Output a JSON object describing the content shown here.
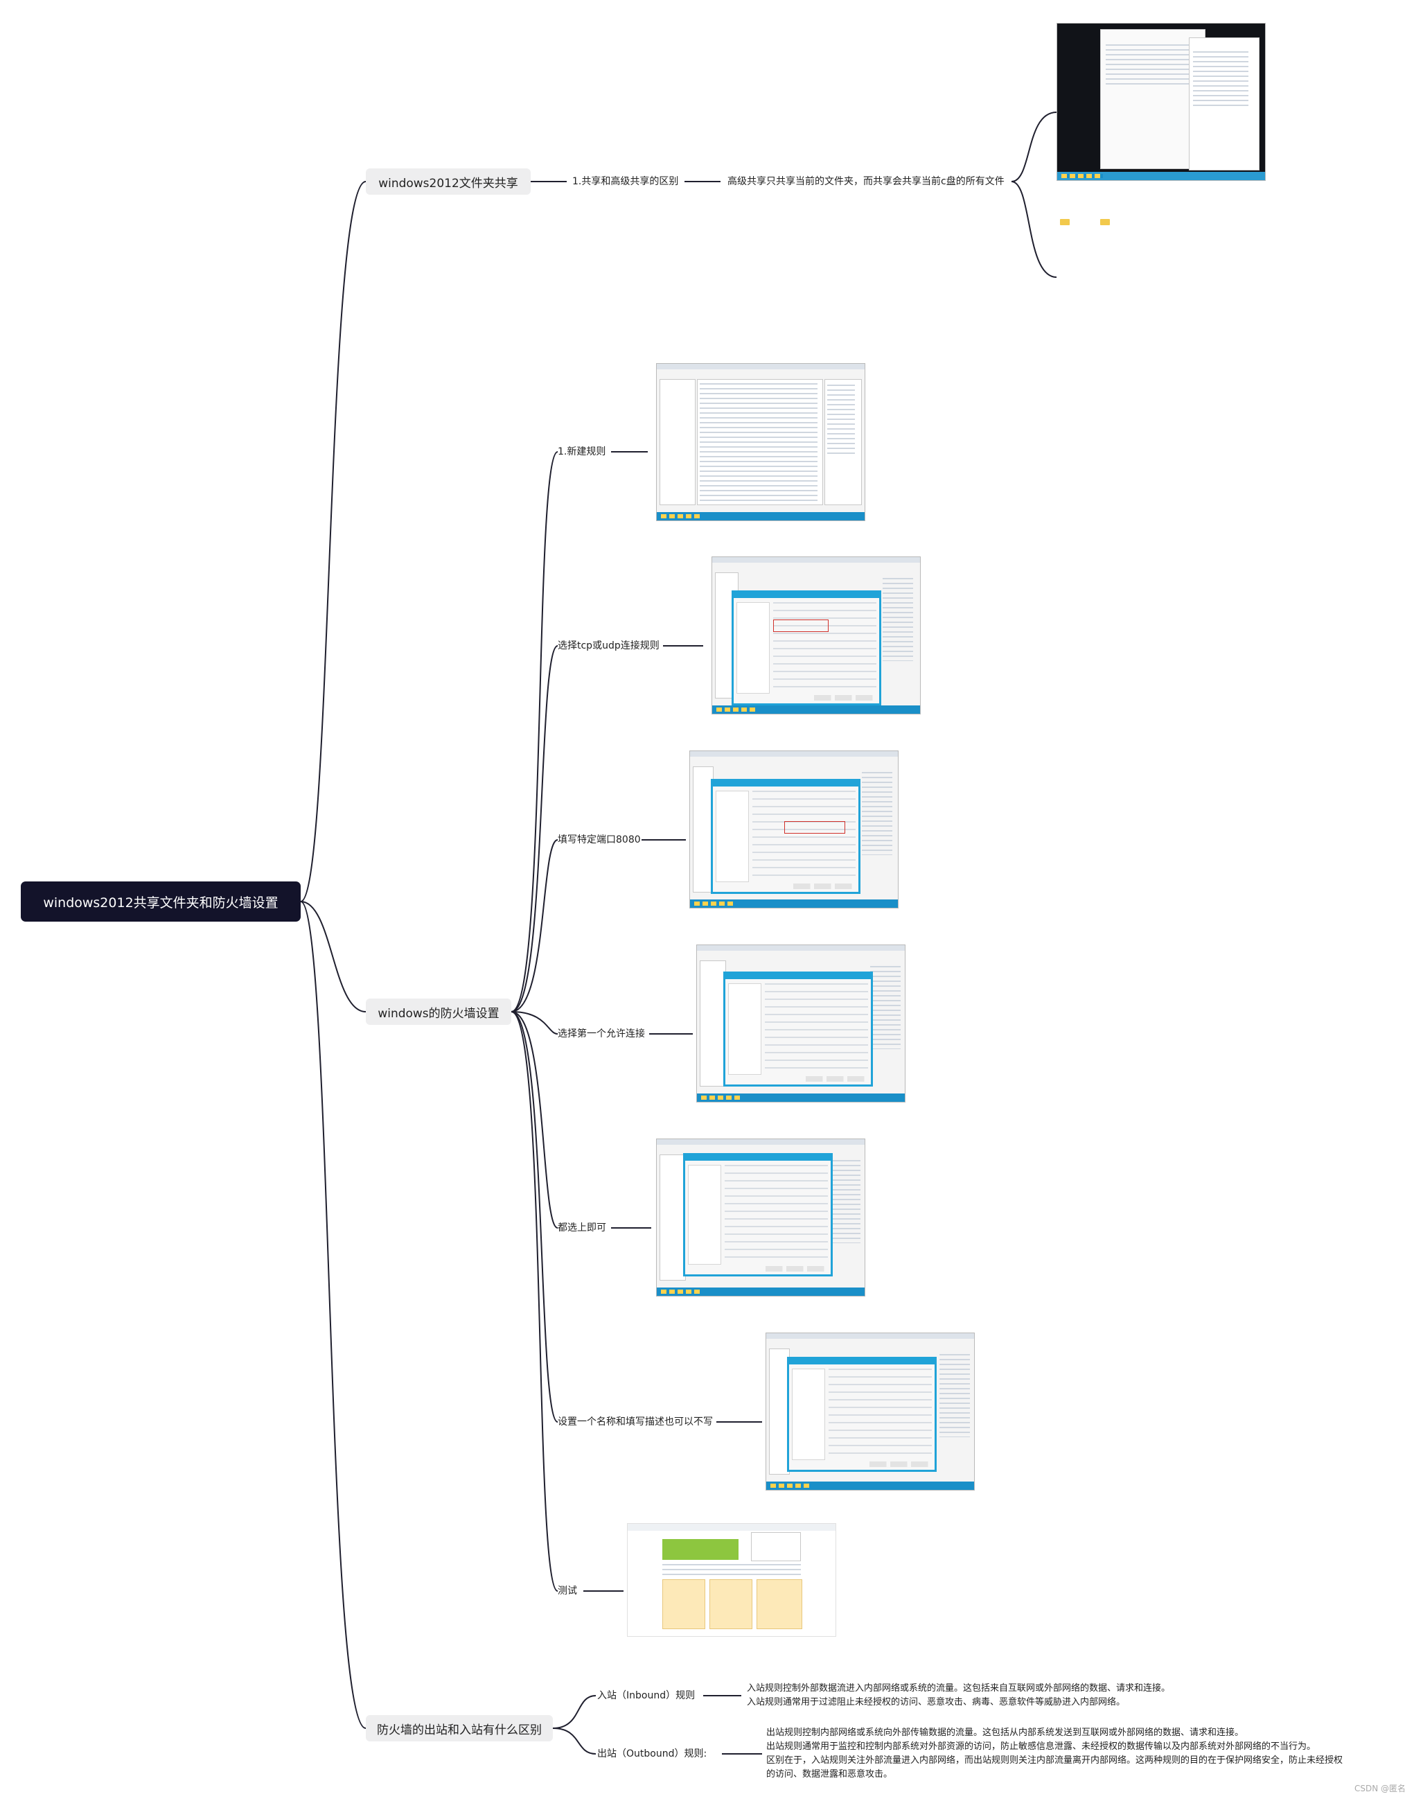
{
  "root": {
    "label": "windows2012共享文件夹和防火墙设置"
  },
  "share": {
    "label": "windows2012文件夹共享",
    "q": "1.共享和高级共享的区别",
    "answer": "高级共享只共享当前的文件夹，而共享会共享当前c盘的所有文件"
  },
  "firewall": {
    "label": "windows的防火墙设置",
    "steps": [
      {
        "label": "1.新建规则"
      },
      {
        "label": "选择tcp或udp连接规则"
      },
      {
        "label": "填写特定端口8080"
      },
      {
        "label": "选择第一个允许连接"
      },
      {
        "label": "都选上即可"
      },
      {
        "label": "设置一个名称和填写描述也可以不写"
      },
      {
        "label": "测试"
      }
    ]
  },
  "diff": {
    "label": "防火墙的出站和入站有什么区别",
    "inbound": {
      "label": "入站（Inbound）规则",
      "lines": [
        "入站规则控制外部数据流进入内部网络或系统的流量。这包括来自互联网或外部网络的数据、请求和连接。",
        "入站规则通常用于过滤阻止未经授权的访问、恶意攻击、病毒、恶意软件等威胁进入内部网络。"
      ]
    },
    "outbound": {
      "label": "出站（Outbound）规则:",
      "lines": [
        "出站规则控制内部网络或系统向外部传输数据的流量。这包括从内部系统发送到互联网或外部网络的数据、请求和连接。",
        "出站规则通常用于监控和控制内部系统对外部资源的访问，防止敏感信息泄露、未经授权的数据传输以及内部系统对外部网络的不当行为。",
        "区别在于，入站规则关注外部流量进入内部网络，而出站规则则关注内部流量离开内部网络。这两种规则的目的在于保护网络安全，防止未经授权",
        "的访问、数据泄露和恶意攻击。"
      ]
    }
  },
  "watermark": "CSDN @匿名"
}
